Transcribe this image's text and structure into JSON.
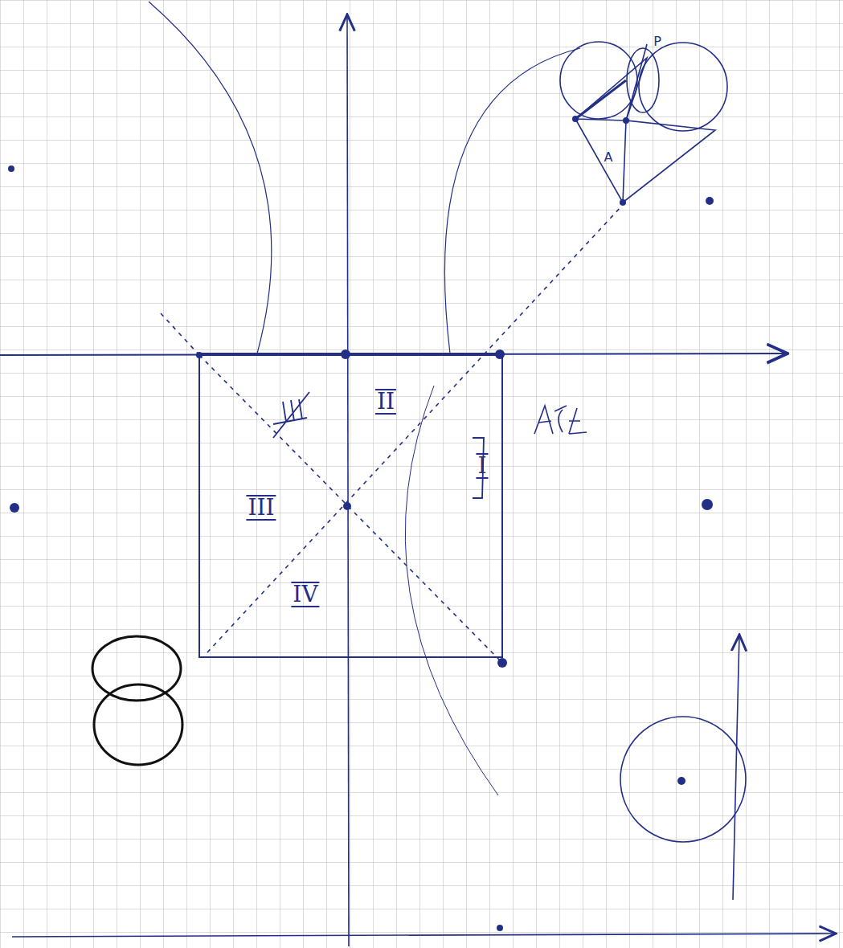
{
  "diagram": {
    "labels": [
      "II",
      "I",
      "III",
      "IV",
      "P",
      "A"
    ]
  }
}
